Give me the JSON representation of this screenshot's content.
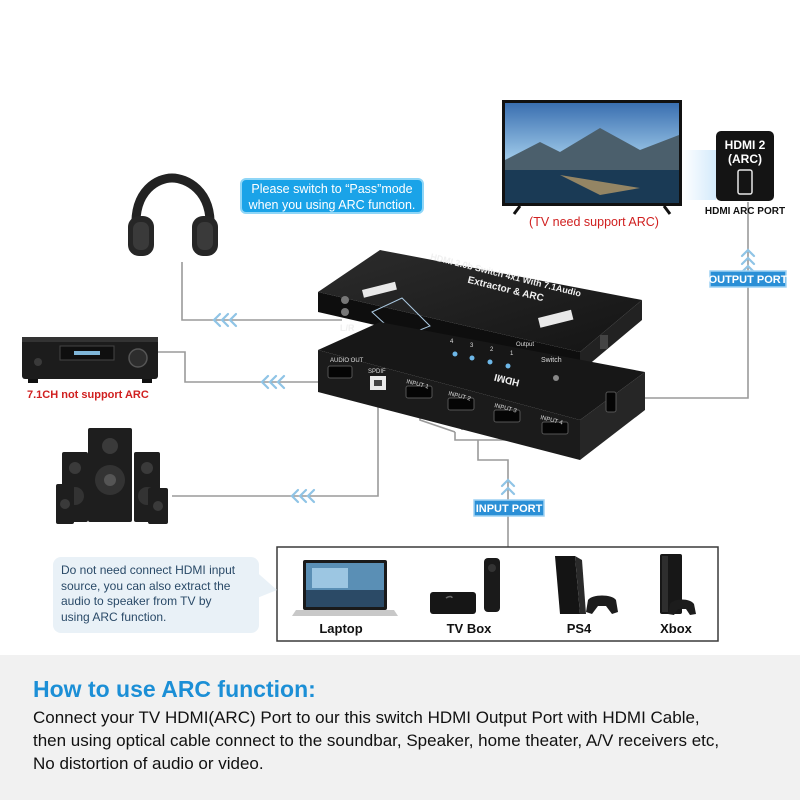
{
  "callout": {
    "line1": "Please switch to “Pass”mode",
    "line2": "when you using ARC function."
  },
  "tv": {
    "caption": "(TV need support ARC)",
    "port_label_line1": "HDMI 2",
    "port_label_line2": "(ARC)",
    "port_caption": "HDMI ARC PORT"
  },
  "output_port_label": "OUTPUT PORT",
  "input_port_label": "INPUT PORT",
  "receiver_caption": "7.1CH not support ARC",
  "device": {
    "top_title_line1": "HDMI 2.0b Switch 4x1 With 7.1Audio",
    "top_title_line2": "Extractor & ARC",
    "lr_label": "L/R",
    "front_title": "HDMI",
    "front_labels": [
      "1",
      "2",
      "3",
      "4",
      "Output",
      "Switch"
    ],
    "back_labels": [
      "AUDIO OUT",
      "SPDIF",
      "INPUT 1",
      "INPUT 2",
      "INPUT 3",
      "INPUT 4"
    ]
  },
  "sources": [
    {
      "label": "Laptop",
      "icon": "laptop-icon"
    },
    {
      "label": "TV Box",
      "icon": "tv-box-icon"
    },
    {
      "label": "PS4",
      "icon": "ps4-icon"
    },
    {
      "label": "Xbox",
      "icon": "xbox-icon"
    }
  ],
  "note": {
    "line1": "Do not need connect HDMI input",
    "line2": "source, you can also extract the",
    "line3": "audio to speaker from TV by",
    "line4": "using ARC function."
  },
  "howto": {
    "title": "How to use ARC function:",
    "line1": "Connect your TV HDMI(ARC) Port to our this switch HDMI Output Port with HDMI Cable,",
    "line2": "then using optical cable connect to the soundbar, Speaker, home theater, A/V receivers etc,",
    "line3": "No distortion of audio or video."
  },
  "colors": {
    "accent_blue": "#1aa3e8",
    "label_blue": "#2a8fd6",
    "red_text": "#d02020",
    "device_black": "#1b1b1b",
    "connector_gray": "#9a9a9a"
  }
}
